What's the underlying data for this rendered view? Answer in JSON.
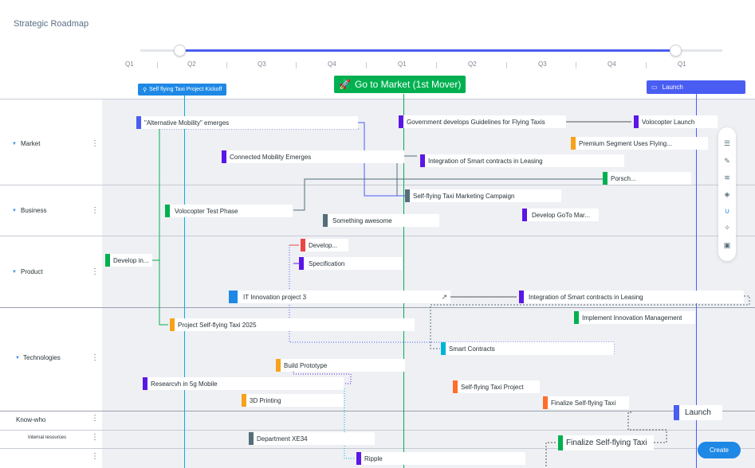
{
  "app": {
    "title": "Strategic Roadmap"
  },
  "timeline": {
    "quarters": [
      "Q1",
      "Q2",
      "Q3",
      "Q4",
      "Q1",
      "Q2",
      "Q3",
      "Q4",
      "Q1"
    ],
    "range_fraction": [
      0.07,
      0.92
    ]
  },
  "milestones": {
    "kickoff": "Self flying Taxi Project Kickoff",
    "market": "Go to Market (1st Mover)",
    "launch": "Launch"
  },
  "lanes": {
    "market": "Market",
    "business": "Business",
    "product": "Product",
    "technologies": "Technologies",
    "knowwho": "Know-who",
    "internal": "Internal resources"
  },
  "colors": {
    "accent": "#4a5df3",
    "green": "#00b050",
    "cyan": "#00b4d8",
    "purple": "#5b17e6",
    "orange": "#f7a21b",
    "red": "#ef4444",
    "gray": "#546e7a"
  },
  "items": {
    "alt_mobility": "\"Alternative Mobility\" emerges",
    "gov_guidelines": "Government develops Guidelines for Flying Taxis",
    "volocopter_launch": "Volocopter Launch",
    "premium_segment": "Premium Segment Uses Flying...",
    "connected_mobility": "Connected Mobility Emerges",
    "smart_contracts_leasing": "Integration of Smart contracts in Leasing",
    "porsche": "Porsch...",
    "taxi_marketing": "Self-flying Taxi Marketing Campaign",
    "volocopter_test": "Volocopter Test Phase",
    "something_awesome": "Something awesome",
    "develop_goto": "Develop GoTo Mar...",
    "develop_red": "Develop...",
    "specification": "Specification",
    "develop_in": "Develop in...",
    "it_innovation": "IT Innovation project 3",
    "integration_smart": "Integration of Smart contracts in Leasing",
    "project_taxi_2025": "Project Self-flying Taxi 2025",
    "implement_innovation": "Implement Innovation Management",
    "smart_contracts": "Smart Contracts",
    "build_prototype": "Build Prototype",
    "research_5g": "Researcvh in 5g Mobile",
    "taxi_project": "Self-flying Taxi Project",
    "printing_3d": "3D Printing",
    "finalize_taxi": "Finalize Self-flying Taxi",
    "launch_item": "Launch",
    "department_xe34": "Department XE34",
    "finalize_taxi_2": "Finalize Self-flying Taxi",
    "ripple": "Ripple"
  },
  "buttons": {
    "create": "Create"
  },
  "tools": [
    "list-icon",
    "pencil-icon",
    "layers-stack-icon",
    "layers-icon",
    "magnet-icon",
    "sparkle-edit-icon",
    "briefcase-icon"
  ]
}
